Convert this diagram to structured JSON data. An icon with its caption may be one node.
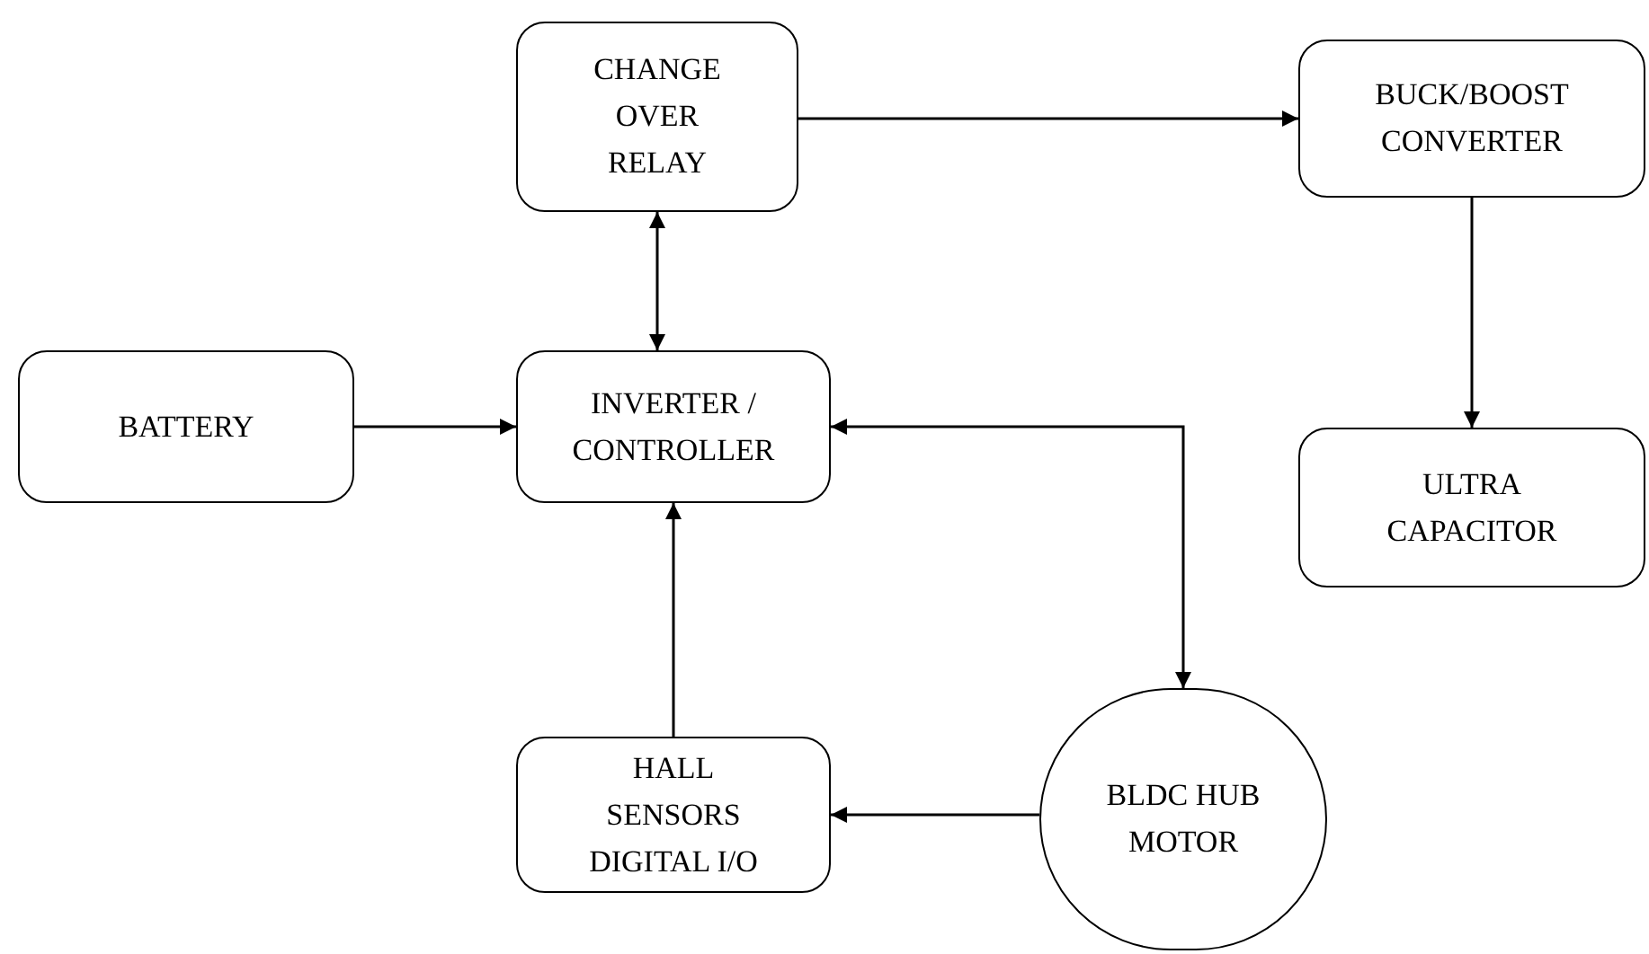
{
  "diagram": {
    "nodes": [
      {
        "text": [
          "CHANGE OVER RELAY"
        ]
      },
      {
        "text": [
          "BUCK/BOOST CONVERTER"
        ]
      },
      {
        "text": [
          "BATTERY"
        ]
      },
      {
        "text": [
          "INVERTER / CONTROLLER"
        ]
      },
      {
        "text": [
          "ULTRA CAPACITOR"
        ]
      },
      {
        "text": [
          "HALL SENSORS DIGITAL I/O"
        ]
      },
      {
        "text": [
          "BLDC HUB MOTOR"
        ]
      }
    ],
    "edges": [
      {
        "from": 0,
        "to": 1,
        "arrow": "to"
      },
      {
        "from": 3,
        "to": 0,
        "arrow": "both"
      },
      {
        "from": 2,
        "to": 3,
        "arrow": "to"
      },
      {
        "from": 3,
        "to": 6,
        "arrow": "both"
      },
      {
        "from": 1,
        "to": 4,
        "arrow": "to"
      },
      {
        "from": 6,
        "to": 5,
        "arrow": "to"
      },
      {
        "from": 5,
        "to": 3,
        "arrow": "to"
      }
    ]
  }
}
